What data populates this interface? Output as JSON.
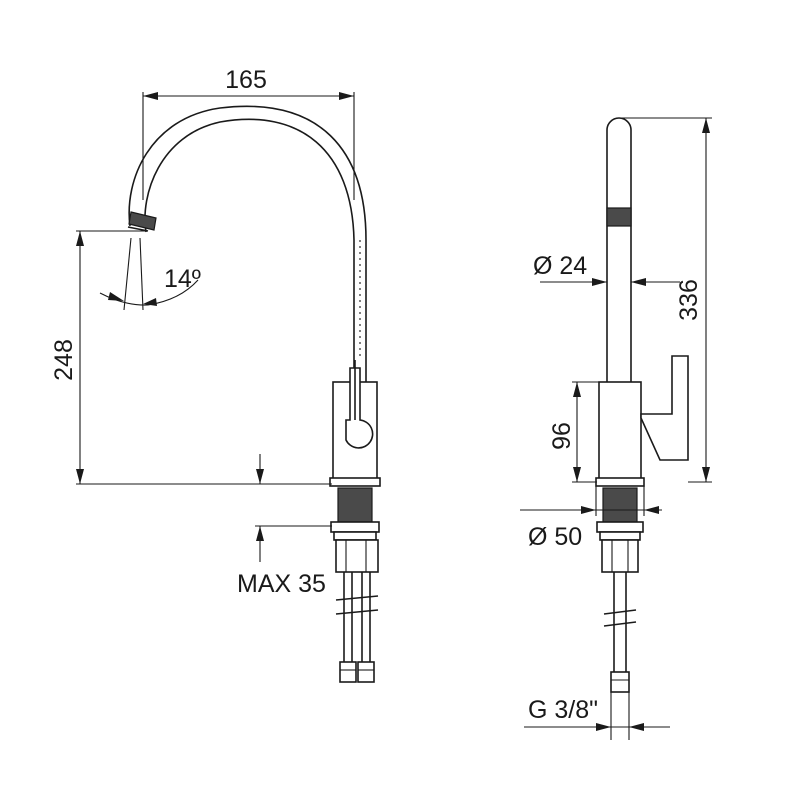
{
  "colors": {
    "line": "#1a1a1a",
    "fill_dark": "#4a4a4a",
    "background": "#ffffff"
  },
  "dimensions": {
    "width_spout": "165",
    "spout_height": "248",
    "swivel_angle": "14º",
    "counter_thickness": "MAX 35",
    "spout_diameter": "Ø 24",
    "total_height": "336",
    "lever_height": "96",
    "base_diameter": "Ø 50",
    "connection": "G 3/8\""
  }
}
